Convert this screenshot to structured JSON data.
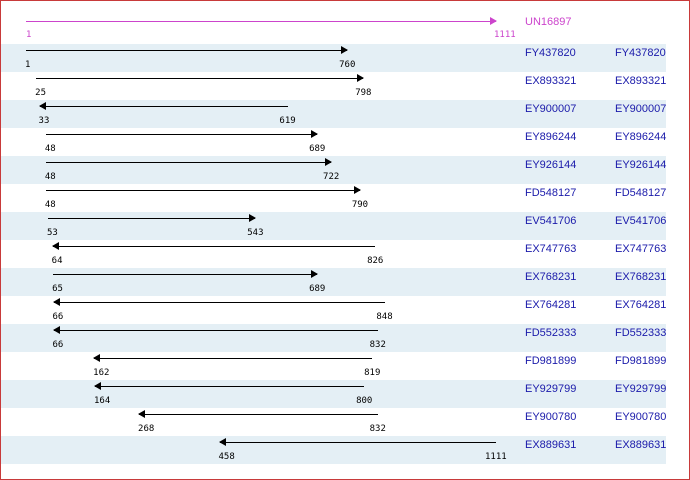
{
  "query": {
    "accession": "UN16897",
    "start": 1,
    "end": 1111,
    "direction": "right"
  },
  "scale_max": 1111,
  "colors": {
    "query": "#cc44cc",
    "link": "#1a1aaa",
    "band": "#e4eff5",
    "frame": "#c83a3a"
  },
  "hits": [
    {
      "acc": "FY437820",
      "acc2": "FY437820",
      "start": 1,
      "end": 760,
      "dir": "right"
    },
    {
      "acc": "EX893321",
      "acc2": "EX893321",
      "start": 25,
      "end": 798,
      "dir": "right"
    },
    {
      "acc": "EY900007",
      "acc2": "EY900007",
      "start": 33,
      "end": 619,
      "dir": "left"
    },
    {
      "acc": "EY896244",
      "acc2": "EY896244",
      "start": 48,
      "end": 689,
      "dir": "right"
    },
    {
      "acc": "EY926144",
      "acc2": "EY926144",
      "start": 48,
      "end": 722,
      "dir": "right"
    },
    {
      "acc": "FD548127",
      "acc2": "FD548127",
      "start": 48,
      "end": 790,
      "dir": "right"
    },
    {
      "acc": "EV541706",
      "acc2": "EV541706",
      "start": 53,
      "end": 543,
      "dir": "right"
    },
    {
      "acc": "EX747763",
      "acc2": "EX747763",
      "start": 64,
      "end": 826,
      "dir": "left"
    },
    {
      "acc": "EX768231",
      "acc2": "EX768231",
      "start": 65,
      "end": 689,
      "dir": "right"
    },
    {
      "acc": "EX764281",
      "acc2": "EX764281",
      "start": 66,
      "end": 848,
      "dir": "left"
    },
    {
      "acc": "FD552333",
      "acc2": "FD552333",
      "start": 66,
      "end": 832,
      "dir": "left"
    },
    {
      "acc": "FD981899",
      "acc2": "FD981899",
      "start": 162,
      "end": 819,
      "dir": "left"
    },
    {
      "acc": "EY929799",
      "acc2": "EY929799",
      "start": 164,
      "end": 800,
      "dir": "left"
    },
    {
      "acc": "EY900780",
      "acc2": "EY900780",
      "start": 268,
      "end": 832,
      "dir": "left"
    },
    {
      "acc": "EX889631",
      "acc2": "EX889631",
      "start": 458,
      "end": 1111,
      "dir": "left"
    }
  ]
}
